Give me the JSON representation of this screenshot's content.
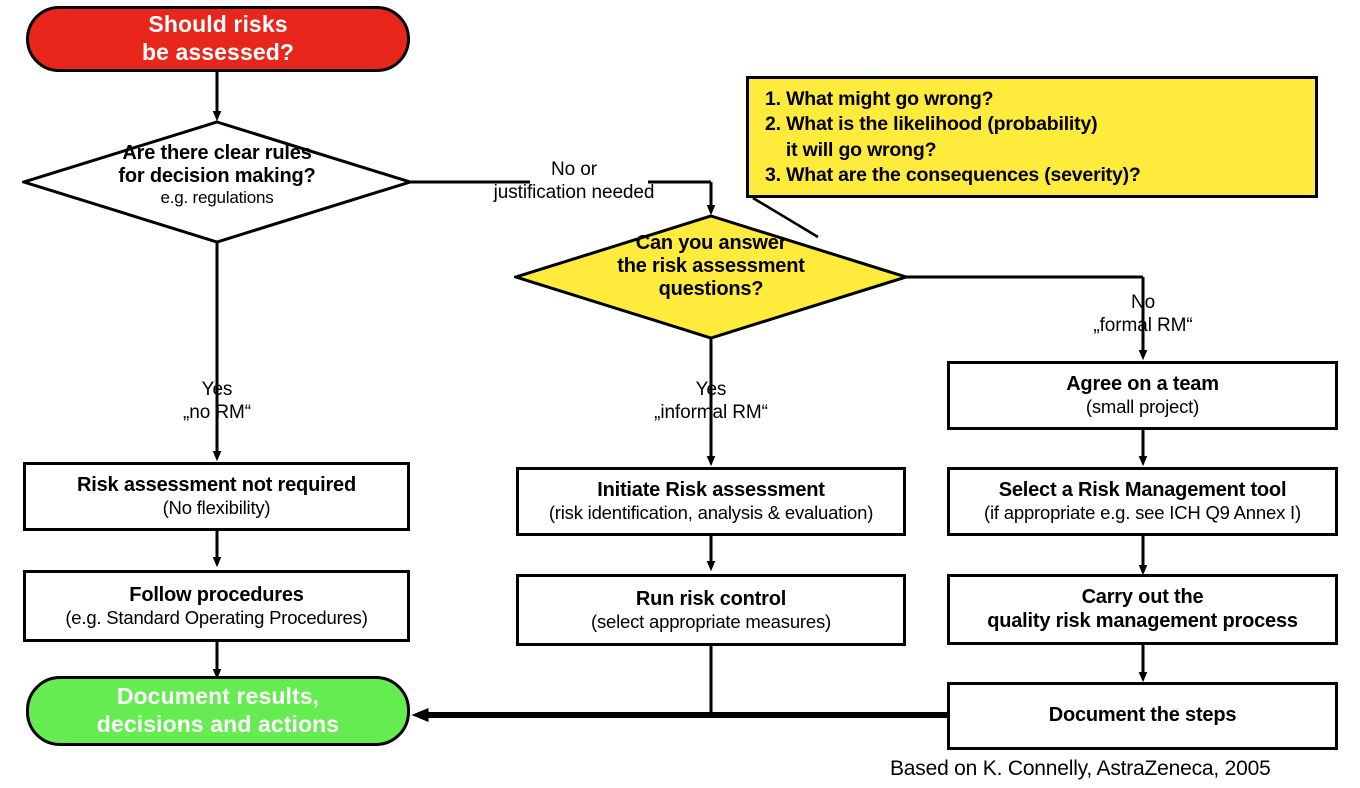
{
  "diagram": {
    "title": "Risk assessment decision flowchart",
    "credit": "Based on K. Connelly, AstraZeneca, 2005",
    "colors": {
      "start_fill": "#e8261c",
      "end_fill": "#64ec50",
      "decision_fill_yellow": "#ffeb3b",
      "decision_fill_white": "#ffffff",
      "note_fill": "#ffeb3b",
      "stroke": "#000000",
      "box_fill": "#ffffff"
    },
    "nodes": {
      "start": {
        "kind": "terminator",
        "line1": "Should risks",
        "line2": "be assessed?"
      },
      "decision_rules": {
        "kind": "decision",
        "line1": "Are there clear rules",
        "line2": "for decision making?",
        "sub": "e.g. regulations"
      },
      "decision_questions": {
        "kind": "decision",
        "line1": "Can you answer",
        "line2": "the risk assessment",
        "line3": "questions?"
      },
      "no_assessment": {
        "kind": "process",
        "title": "Risk assessment not required",
        "sub": "(No flexibility)"
      },
      "follow_procedures": {
        "kind": "process",
        "title": "Follow procedures",
        "sub": "(e.g. Standard Operating Procedures)"
      },
      "initiate_ra": {
        "kind": "process",
        "title": "Initiate Risk assessment",
        "sub": "(risk identification, analysis & evaluation)"
      },
      "run_risk_control": {
        "kind": "process",
        "title": "Run risk control",
        "sub": "(select appropriate measures)"
      },
      "agree_team": {
        "kind": "process",
        "title": "Agree on a team",
        "sub": "(small project)"
      },
      "select_tool": {
        "kind": "process",
        "title": "Select a Risk Management tool",
        "sub": "(if appropriate e.g. see ICH Q9 Annex I)"
      },
      "carry_out_qrm": {
        "kind": "process",
        "title": "Carry out the",
        "sub": "quality risk management process"
      },
      "document_steps": {
        "kind": "process",
        "title": "Document the steps",
        "sub": ""
      },
      "end": {
        "kind": "terminator",
        "line1": "Document results,",
        "line2": "decisions and actions"
      }
    },
    "note": {
      "kind": "annotation",
      "items": [
        "1. What might go wrong?",
        "2. What is the likelihood (probability)",
        "    it will go wrong?",
        "3. What are the consequences (severity)?"
      ]
    },
    "edge_labels": {
      "rules_no": {
        "line1": "No or",
        "line2": "justification needed"
      },
      "rules_yes": {
        "line1": "Yes",
        "line2": "„no RM“"
      },
      "questions_yes": {
        "line1": "Yes",
        "line2": "„informal RM“"
      },
      "questions_no": {
        "line1": "No",
        "line2": "„formal RM“"
      }
    }
  }
}
